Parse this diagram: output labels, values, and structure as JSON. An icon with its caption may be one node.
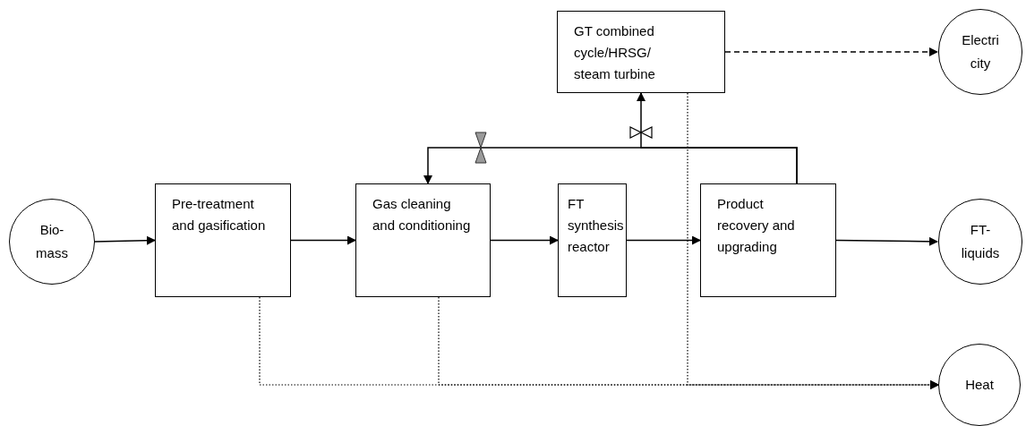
{
  "diagram": {
    "nodes": [
      {
        "text": [
          "Bio- mass"
        ]
      },
      {
        "text": [
          "Pre-treatment and gasification"
        ]
      },
      {
        "text": [
          "Gas cleaning and conditioning"
        ]
      },
      {
        "text": [
          "FT synthesis reactor"
        ]
      },
      {
        "text": [
          "Product recovery and upgrading"
        ]
      },
      {
        "text": [
          "FT- liquids"
        ]
      },
      {
        "text": [
          "GT combined cycle/HRSG/ steam turbine"
        ]
      },
      {
        "text": [
          "Electri city"
        ]
      },
      {
        "text": [
          "Heat"
        ]
      }
    ],
    "edges": [
      {
        "from": 0,
        "to": 1,
        "arrow": "to"
      },
      {
        "from": 1,
        "to": 2,
        "arrow": "to"
      },
      {
        "from": 2,
        "to": 3,
        "arrow": "to"
      },
      {
        "from": 3,
        "to": 4,
        "arrow": "to"
      },
      {
        "from": 4,
        "to": 5,
        "arrow": "to"
      },
      {
        "from": 6,
        "to": 7,
        "arrow": "to",
        "style": "dashed"
      },
      {
        "from": 4,
        "to": 2,
        "arrow": "to"
      },
      {
        "from": 4,
        "to": 6,
        "arrow": "to"
      },
      {
        "from": 1,
        "to": 8,
        "arrow": "to",
        "style": "dashed"
      },
      {
        "from": 2,
        "to": 8,
        "arrow": "to",
        "style": "dashed"
      },
      {
        "from": 6,
        "to": 8,
        "arrow": "to",
        "style": "dashed"
      }
    ]
  }
}
